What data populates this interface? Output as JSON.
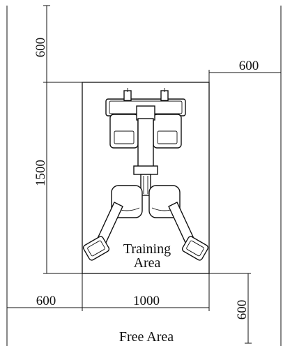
{
  "dimensions": {
    "top_clearance": "600",
    "side_clearance_right": "600",
    "training_length": "1500",
    "side_clearance_left": "600",
    "training_width": "1000",
    "bottom_clearance": "600"
  },
  "areas": {
    "training_line1": "Training",
    "training_line2": "Area",
    "free_area": "Free Area"
  }
}
